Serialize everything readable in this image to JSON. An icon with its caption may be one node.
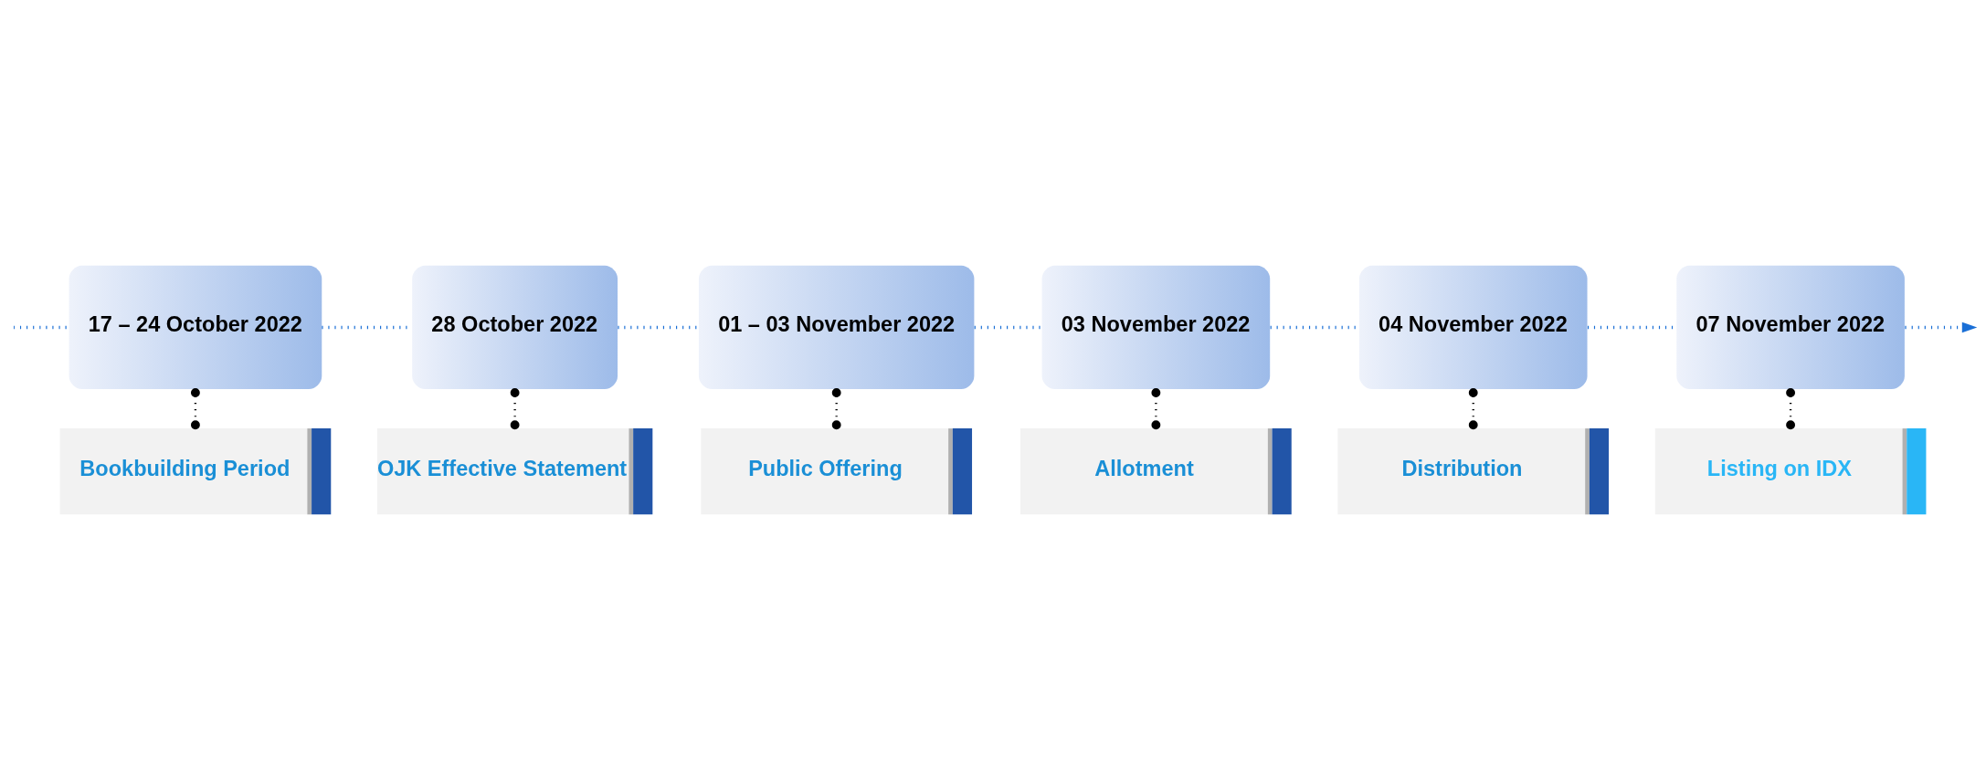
{
  "diagram": {
    "nodes": [
      {
        "text": [
          "Bookbuilding Period"
        ]
      },
      {
        "text": [
          "Public Offering"
        ]
      },
      {
        "text": [
          "Distribution"
        ]
      },
      {
        "text": [
          "17 – 24 October 2022"
        ]
      },
      {
        "text": [
          "28 October 2022"
        ]
      },
      {
        "text": [
          "01 – 03 November 2022"
        ]
      },
      {
        "text": [
          "03 November 2022"
        ]
      },
      {
        "text": [
          "04 November 2022"
        ]
      },
      {
        "text": [
          "07 November 2022"
        ]
      },
      {
        "text": [
          "OJK Effective Statement"
        ]
      },
      {
        "text": [
          "Allotment"
        ]
      },
      {
        "text": [
          "Listing on IDX"
        ]
      }
    ],
    "edges": [
      {
        "from": null,
        "to": 3,
        "arrow": "none",
        "style": "dashed"
      },
      {
        "from": 3,
        "to": 4,
        "arrow": "none",
        "style": "dashed"
      },
      {
        "from": 4,
        "to": 5,
        "arrow": "none",
        "style": "dashed"
      },
      {
        "from": 5,
        "to": 6,
        "arrow": "none",
        "style": "dashed"
      },
      {
        "from": 6,
        "to": 7,
        "arrow": "none",
        "style": "dashed"
      },
      {
        "from": 7,
        "to": 8,
        "arrow": "none",
        "style": "dashed"
      },
      {
        "from": 8,
        "to": null,
        "arrow": "to",
        "style": "dashed"
      },
      {
        "from": 3,
        "to": 0,
        "arrow": "other",
        "style": "dashed",
        "color": "#000000"
      },
      {
        "from": 4,
        "to": 9,
        "arrow": "other",
        "style": "dashed",
        "color": "#000000"
      },
      {
        "from": 5,
        "to": 1,
        "arrow": "other",
        "style": "dashed",
        "color": "#000000"
      },
      {
        "from": 6,
        "to": 10,
        "arrow": "other",
        "style": "dashed",
        "color": "#000000"
      },
      {
        "from": 7,
        "to": 2,
        "arrow": "other",
        "style": "dashed",
        "color": "#000000"
      },
      {
        "from": 8,
        "to": 11,
        "arrow": "other",
        "style": "dashed",
        "color": "#000000"
      }
    ]
  }
}
